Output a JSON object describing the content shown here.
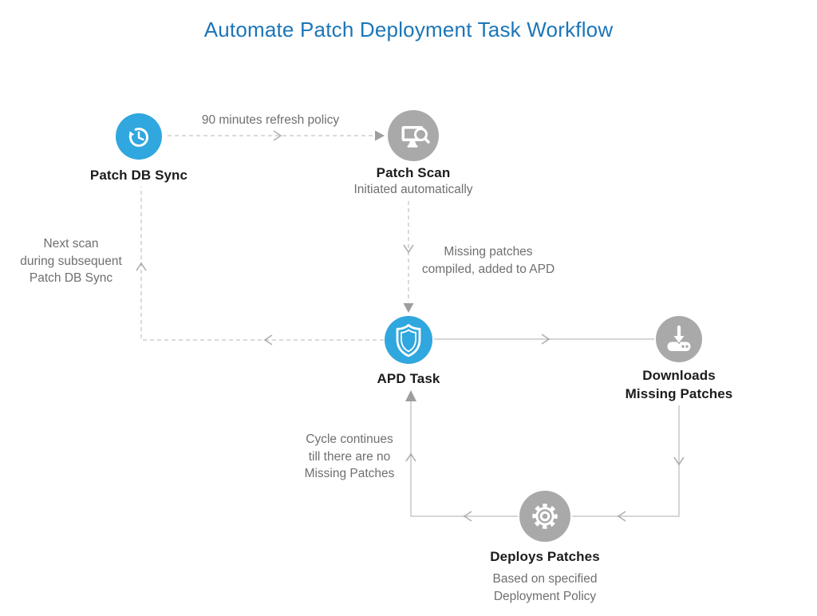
{
  "title": "Automate Patch Deployment Task Workflow",
  "colors": {
    "title": "#1b76b8",
    "node_blue": "#30a7de",
    "node_gray": "#a9a9a9",
    "text_dark": "#1c1c1c",
    "text_gray": "#6f6f6f",
    "line": "#c8c8c8",
    "dash": "#cdcdcd",
    "arrow": "#9e9e9e"
  },
  "nodes": {
    "patch_db_sync": {
      "label": "Patch DB Sync",
      "icon": "history-clock-icon",
      "color": "blue"
    },
    "patch_scan": {
      "label": "Patch Scan",
      "sublabel": "Initiated automatically",
      "icon": "monitor-search-icon",
      "color": "gray"
    },
    "apd_task": {
      "label": "APD Task",
      "icon": "shield-icon",
      "color": "blue"
    },
    "downloads": {
      "label_lines": [
        "Downloads",
        "Missing Patches"
      ],
      "icon": "download-tray-icon",
      "color": "gray"
    },
    "deploys_patches": {
      "label": "Deploys Patches",
      "sublabel_lines": [
        "Based on specified",
        "Deployment Policy"
      ],
      "icon": "gear-icon",
      "color": "gray"
    }
  },
  "edge_labels": {
    "refresh_policy": "90 minutes refresh policy",
    "missing_patches": [
      "Missing patches",
      "compiled, added to APD"
    ],
    "next_scan": [
      "Next scan",
      "during subsequent",
      "Patch DB Sync"
    ],
    "cycle_continues": [
      "Cycle continues",
      "till there are no",
      "Missing Patches"
    ]
  }
}
